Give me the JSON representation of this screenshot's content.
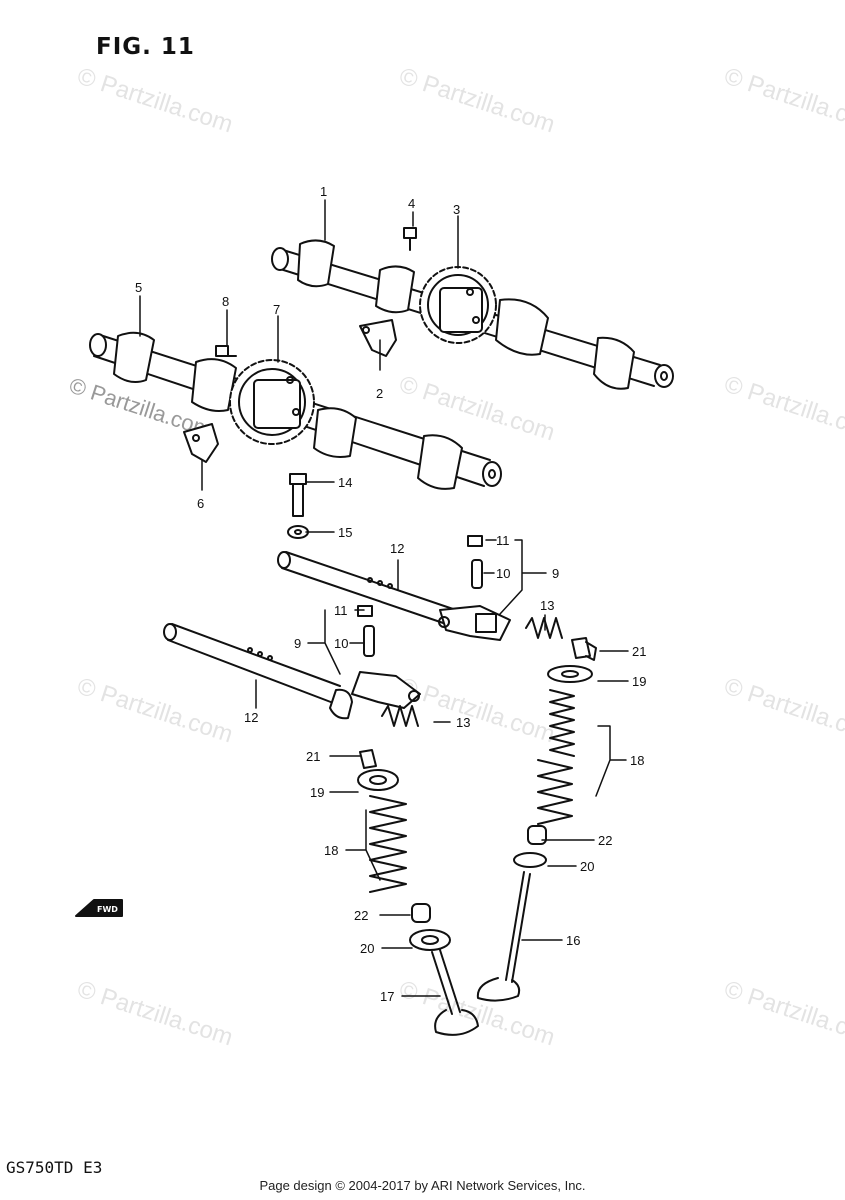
{
  "figure": {
    "title": "FIG. 11",
    "model_code": "GS750TD  E3",
    "footer": "Page design © 2004-2017 by ARI Network Services, Inc.",
    "watermark": "© Partzilla.com",
    "fwd_label": "FWD"
  },
  "callouts": {
    "c1": "1",
    "c2": "2",
    "c3": "3",
    "c4": "4",
    "c5": "5",
    "c6": "6",
    "c7": "7",
    "c8": "8",
    "c9a": "9",
    "c9b": "9",
    "c10a": "10",
    "c10b": "10",
    "c11a": "11",
    "c11b": "11",
    "c12a": "12",
    "c12b": "12",
    "c13a": "13",
    "c13b": "13",
    "c14": "14",
    "c15": "15",
    "c16": "16",
    "c17": "17",
    "c18a": "18",
    "c18b": "18",
    "c19a": "19",
    "c19b": "19",
    "c20a": "20",
    "c20b": "20",
    "c21a": "21",
    "c21b": "21",
    "c22a": "22",
    "c22b": "22"
  },
  "colors": {
    "ink": "#111111",
    "watermark": "#e3e3e3",
    "paper": "#ffffff"
  }
}
